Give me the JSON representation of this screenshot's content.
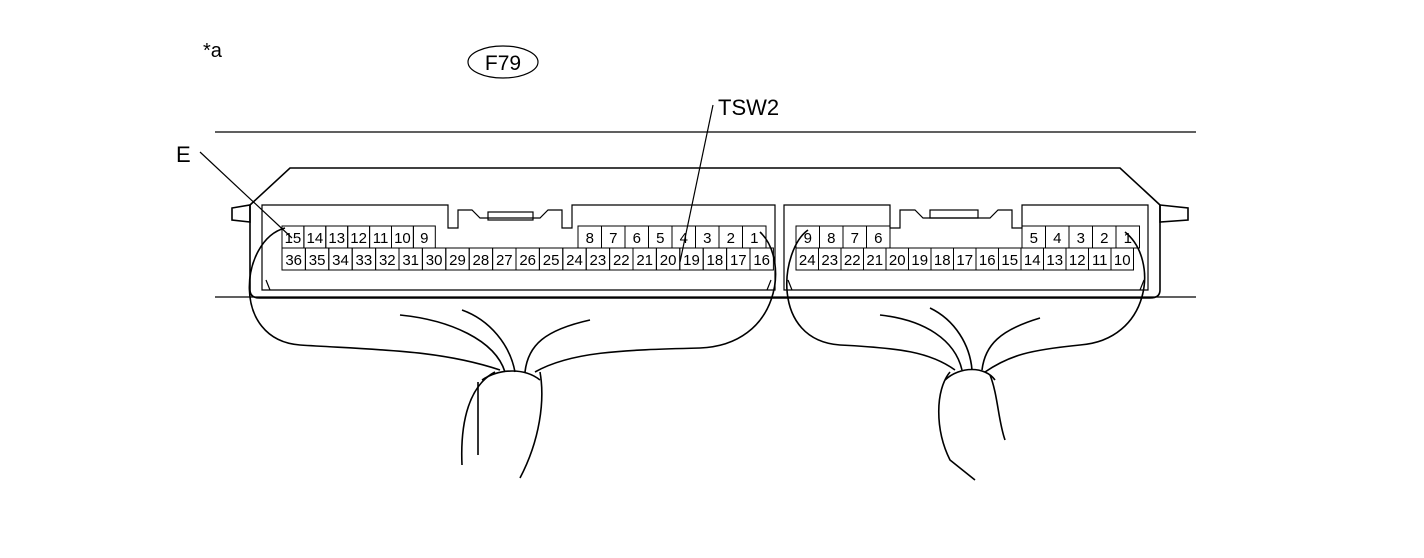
{
  "figure_label": "*a",
  "connector_code": "F79",
  "callouts": {
    "tsw2": "TSW2",
    "e": "E"
  },
  "left_block": {
    "top_row_left": [
      "15",
      "14",
      "13",
      "12",
      "11",
      "10",
      "9"
    ],
    "top_row_right": [
      "8",
      "7",
      "6",
      "5",
      "4",
      "3",
      "2",
      "1"
    ],
    "bottom_row": [
      "36",
      "35",
      "34",
      "33",
      "32",
      "31",
      "30",
      "29",
      "28",
      "27",
      "26",
      "25",
      "24",
      "23",
      "22",
      "21",
      "20",
      "19",
      "18",
      "17",
      "16"
    ]
  },
  "right_block": {
    "top_row_left": [
      "9",
      "8",
      "7",
      "6"
    ],
    "top_row_right": [
      "5",
      "4",
      "3",
      "2",
      "1"
    ],
    "bottom_row": [
      "24",
      "23",
      "22",
      "21",
      "20",
      "19",
      "18",
      "17",
      "16",
      "15",
      "14",
      "13",
      "12",
      "11",
      "10"
    ]
  },
  "colors": {
    "line": "#000000",
    "background": "#ffffff"
  }
}
